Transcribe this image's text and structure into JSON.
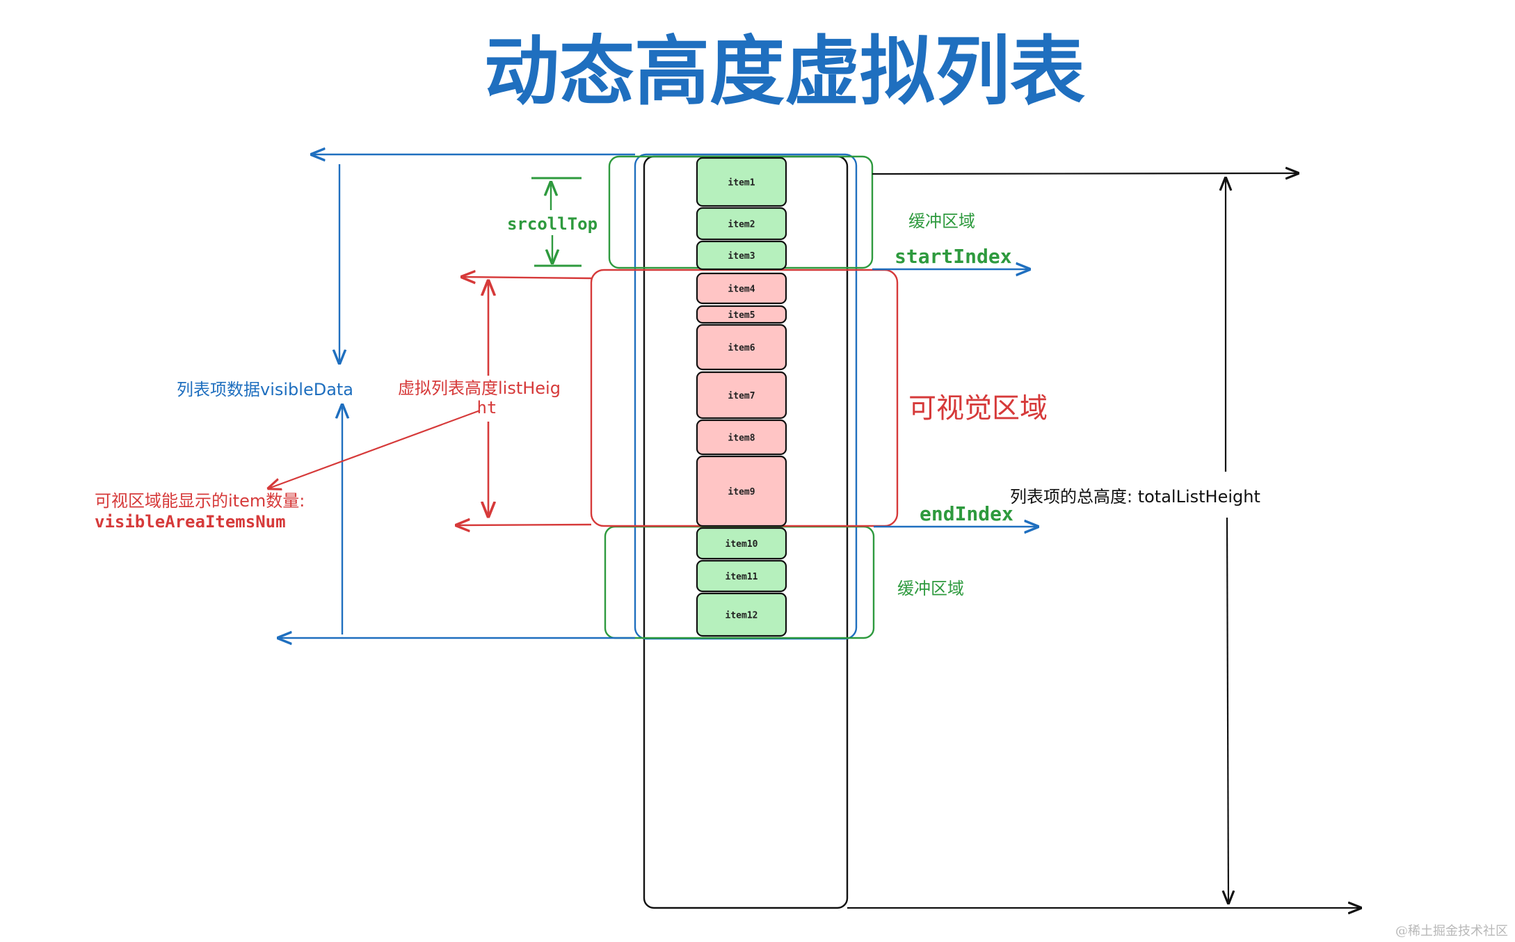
{
  "title": "动态高度虚拟列表",
  "colors": {
    "blue": "#1f6fbf",
    "red": "#d63a3a",
    "green": "#2e9a3e",
    "black": "#111111",
    "greenFill": "#b6f0bd",
    "redFill": "#ffc5c5"
  },
  "items": [
    {
      "label": "item1",
      "zone": "buffer"
    },
    {
      "label": "item2",
      "zone": "buffer"
    },
    {
      "label": "item3",
      "zone": "buffer"
    },
    {
      "label": "item4",
      "zone": "visible"
    },
    {
      "label": "item5",
      "zone": "visible"
    },
    {
      "label": "item6",
      "zone": "visible"
    },
    {
      "label": "item7",
      "zone": "visible"
    },
    {
      "label": "item8",
      "zone": "visible"
    },
    {
      "label": "item9",
      "zone": "visible"
    },
    {
      "label": "item10",
      "zone": "buffer"
    },
    {
      "label": "item11",
      "zone": "buffer"
    },
    {
      "label": "item12",
      "zone": "buffer"
    }
  ],
  "labels": {
    "buffer_top": "缓冲区域",
    "buffer_bottom": "缓冲区域",
    "visible_area": "可视觉区域",
    "start_index": "startIndex",
    "end_index": "endIndex",
    "scroll_top": "srcollTop",
    "visible_data": "列表项数据visibleData",
    "list_height_line1": "虚拟列表高度listHeig",
    "list_height_line2": "ht",
    "items_num_line1": "可视区域能显示的item数量:",
    "items_num_line2": "visibleAreaItemsNum",
    "total_height": "列表项的总高度: totalListHeight"
  },
  "watermark": "@稀土掘金技术社区"
}
